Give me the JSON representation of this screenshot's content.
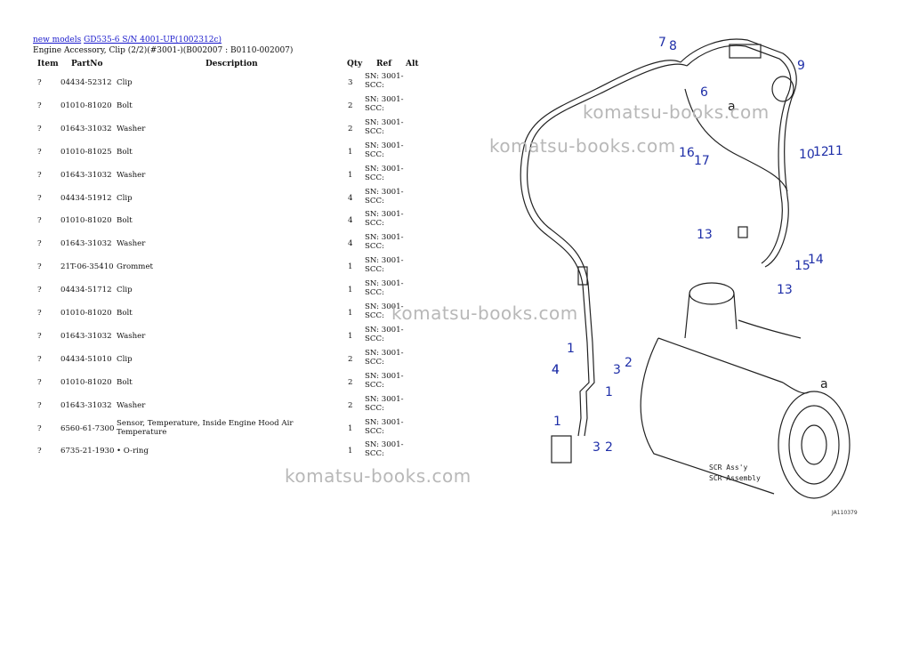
{
  "breadcrumb": {
    "link1": "new models",
    "link2": "GD535-6 S/N 4001-UP(1002312c)"
  },
  "subtitle": "Engine Accessory, Clip (2/2)(#3001-)(B002007 : B0110-002007)",
  "table": {
    "headers": {
      "item": "Item",
      "partno": "PartNo",
      "description": "Description",
      "qty": "Qty",
      "ref": "Ref",
      "alt": "Alt"
    },
    "rows": [
      {
        "item": "?",
        "partno": "04434-52312",
        "desc": "Clip",
        "qty": "3",
        "ref": "SN: 3001-\nSCC:"
      },
      {
        "item": "?",
        "partno": "01010-81020",
        "desc": "Bolt",
        "qty": "2",
        "ref": "SN: 3001-\nSCC:"
      },
      {
        "item": "?",
        "partno": "01643-31032",
        "desc": "Washer",
        "qty": "2",
        "ref": "SN: 3001-\nSCC:"
      },
      {
        "item": "?",
        "partno": "01010-81025",
        "desc": "Bolt",
        "qty": "1",
        "ref": "SN: 3001-\nSCC:"
      },
      {
        "item": "?",
        "partno": "01643-31032",
        "desc": "Washer",
        "qty": "1",
        "ref": "SN: 3001-\nSCC:"
      },
      {
        "item": "?",
        "partno": "04434-51912",
        "desc": "Clip",
        "qty": "4",
        "ref": "SN: 3001-\nSCC:"
      },
      {
        "item": "?",
        "partno": "01010-81020",
        "desc": "Bolt",
        "qty": "4",
        "ref": "SN: 3001-\nSCC:"
      },
      {
        "item": "?",
        "partno": "01643-31032",
        "desc": "Washer",
        "qty": "4",
        "ref": "SN: 3001-\nSCC:"
      },
      {
        "item": "?",
        "partno": "21T-06-35410",
        "desc": "Grommet",
        "qty": "1",
        "ref": "SN: 3001-\nSCC:"
      },
      {
        "item": "?",
        "partno": "04434-51712",
        "desc": "Clip",
        "qty": "1",
        "ref": "SN: 3001-\nSCC:"
      },
      {
        "item": "?",
        "partno": "01010-81020",
        "desc": "Bolt",
        "qty": "1",
        "ref": "SN: 3001-\nSCC:"
      },
      {
        "item": "?",
        "partno": "01643-31032",
        "desc": "Washer",
        "qty": "1",
        "ref": "SN: 3001-\nSCC:"
      },
      {
        "item": "?",
        "partno": "04434-51010",
        "desc": "Clip",
        "qty": "2",
        "ref": "SN: 3001-\nSCC:"
      },
      {
        "item": "?",
        "partno": "01010-81020",
        "desc": "Bolt",
        "qty": "2",
        "ref": "SN: 3001-\nSCC:"
      },
      {
        "item": "?",
        "partno": "01643-31032",
        "desc": "Washer",
        "qty": "2",
        "ref": "SN: 3001-\nSCC:"
      },
      {
        "item": "?",
        "partno": "6560-61-7300",
        "desc": "Sensor, Temperature, Inside Engine Hood Air Temperature",
        "qty": "1",
        "ref": "SN: 3001-\nSCC:"
      },
      {
        "item": "?",
        "partno": "6735-21-1930",
        "desc": "• O-ring",
        "qty": "1",
        "ref": "SN: 3001-\nSCC:"
      }
    ]
  },
  "diagram": {
    "callouts": [
      "1",
      "2",
      "3",
      "4",
      "6",
      "7",
      "8",
      "9",
      "10",
      "11",
      "12",
      "13",
      "14",
      "15",
      "16",
      "17"
    ],
    "ref_letter": "a",
    "assembly_label_1": "SCR Ass'y",
    "assembly_label_2": "SCR Assembly",
    "drawing_code": "JA110379"
  },
  "watermark": "komatsu-books.com",
  "colors": {
    "link": "#1a1acc",
    "callout": "#1f2fa8",
    "watermark": "#b8b8b8"
  }
}
